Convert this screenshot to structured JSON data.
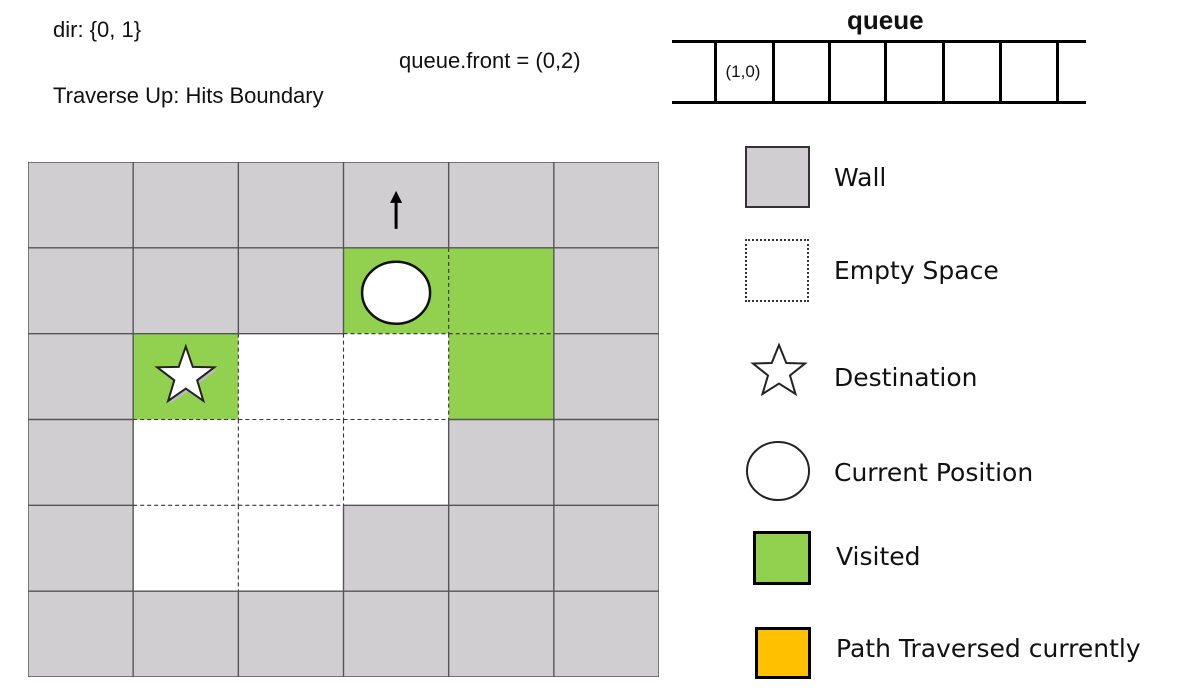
{
  "info": {
    "dir_label": "dir: {0, 1}",
    "traverse_label": "Traverse Up: Hits Boundary",
    "queue_front_label": "queue.front = (0,2)"
  },
  "queue": {
    "title": "queue",
    "items": [
      "(1,0)"
    ]
  },
  "grid": {
    "rows": 6,
    "cols": 6,
    "cells": [
      [
        "wall",
        "wall",
        "wall",
        "wall",
        "wall",
        "wall"
      ],
      [
        "wall",
        "wall",
        "wall",
        "visited",
        "visited",
        "wall"
      ],
      [
        "wall",
        "visited",
        "empty",
        "empty",
        "visited",
        "wall"
      ],
      [
        "wall",
        "empty",
        "empty",
        "empty",
        "wall",
        "wall"
      ],
      [
        "wall",
        "empty",
        "empty",
        "wall",
        "wall",
        "wall"
      ],
      [
        "wall",
        "wall",
        "wall",
        "wall",
        "wall",
        "wall"
      ]
    ],
    "destination": {
      "row": 2,
      "col": 1
    },
    "current_position": {
      "row": 1,
      "col": 3
    },
    "direction": "up",
    "colors": {
      "wall": "#d0ced0",
      "empty": "#ffffff",
      "visited": "#92d050",
      "path": "#ffc000"
    }
  },
  "legend": {
    "wall": "Wall",
    "empty": "Empty Space",
    "destination": "Destination",
    "current": "Current Position",
    "visited": "Visited",
    "path": "Path Traversed currently"
  }
}
